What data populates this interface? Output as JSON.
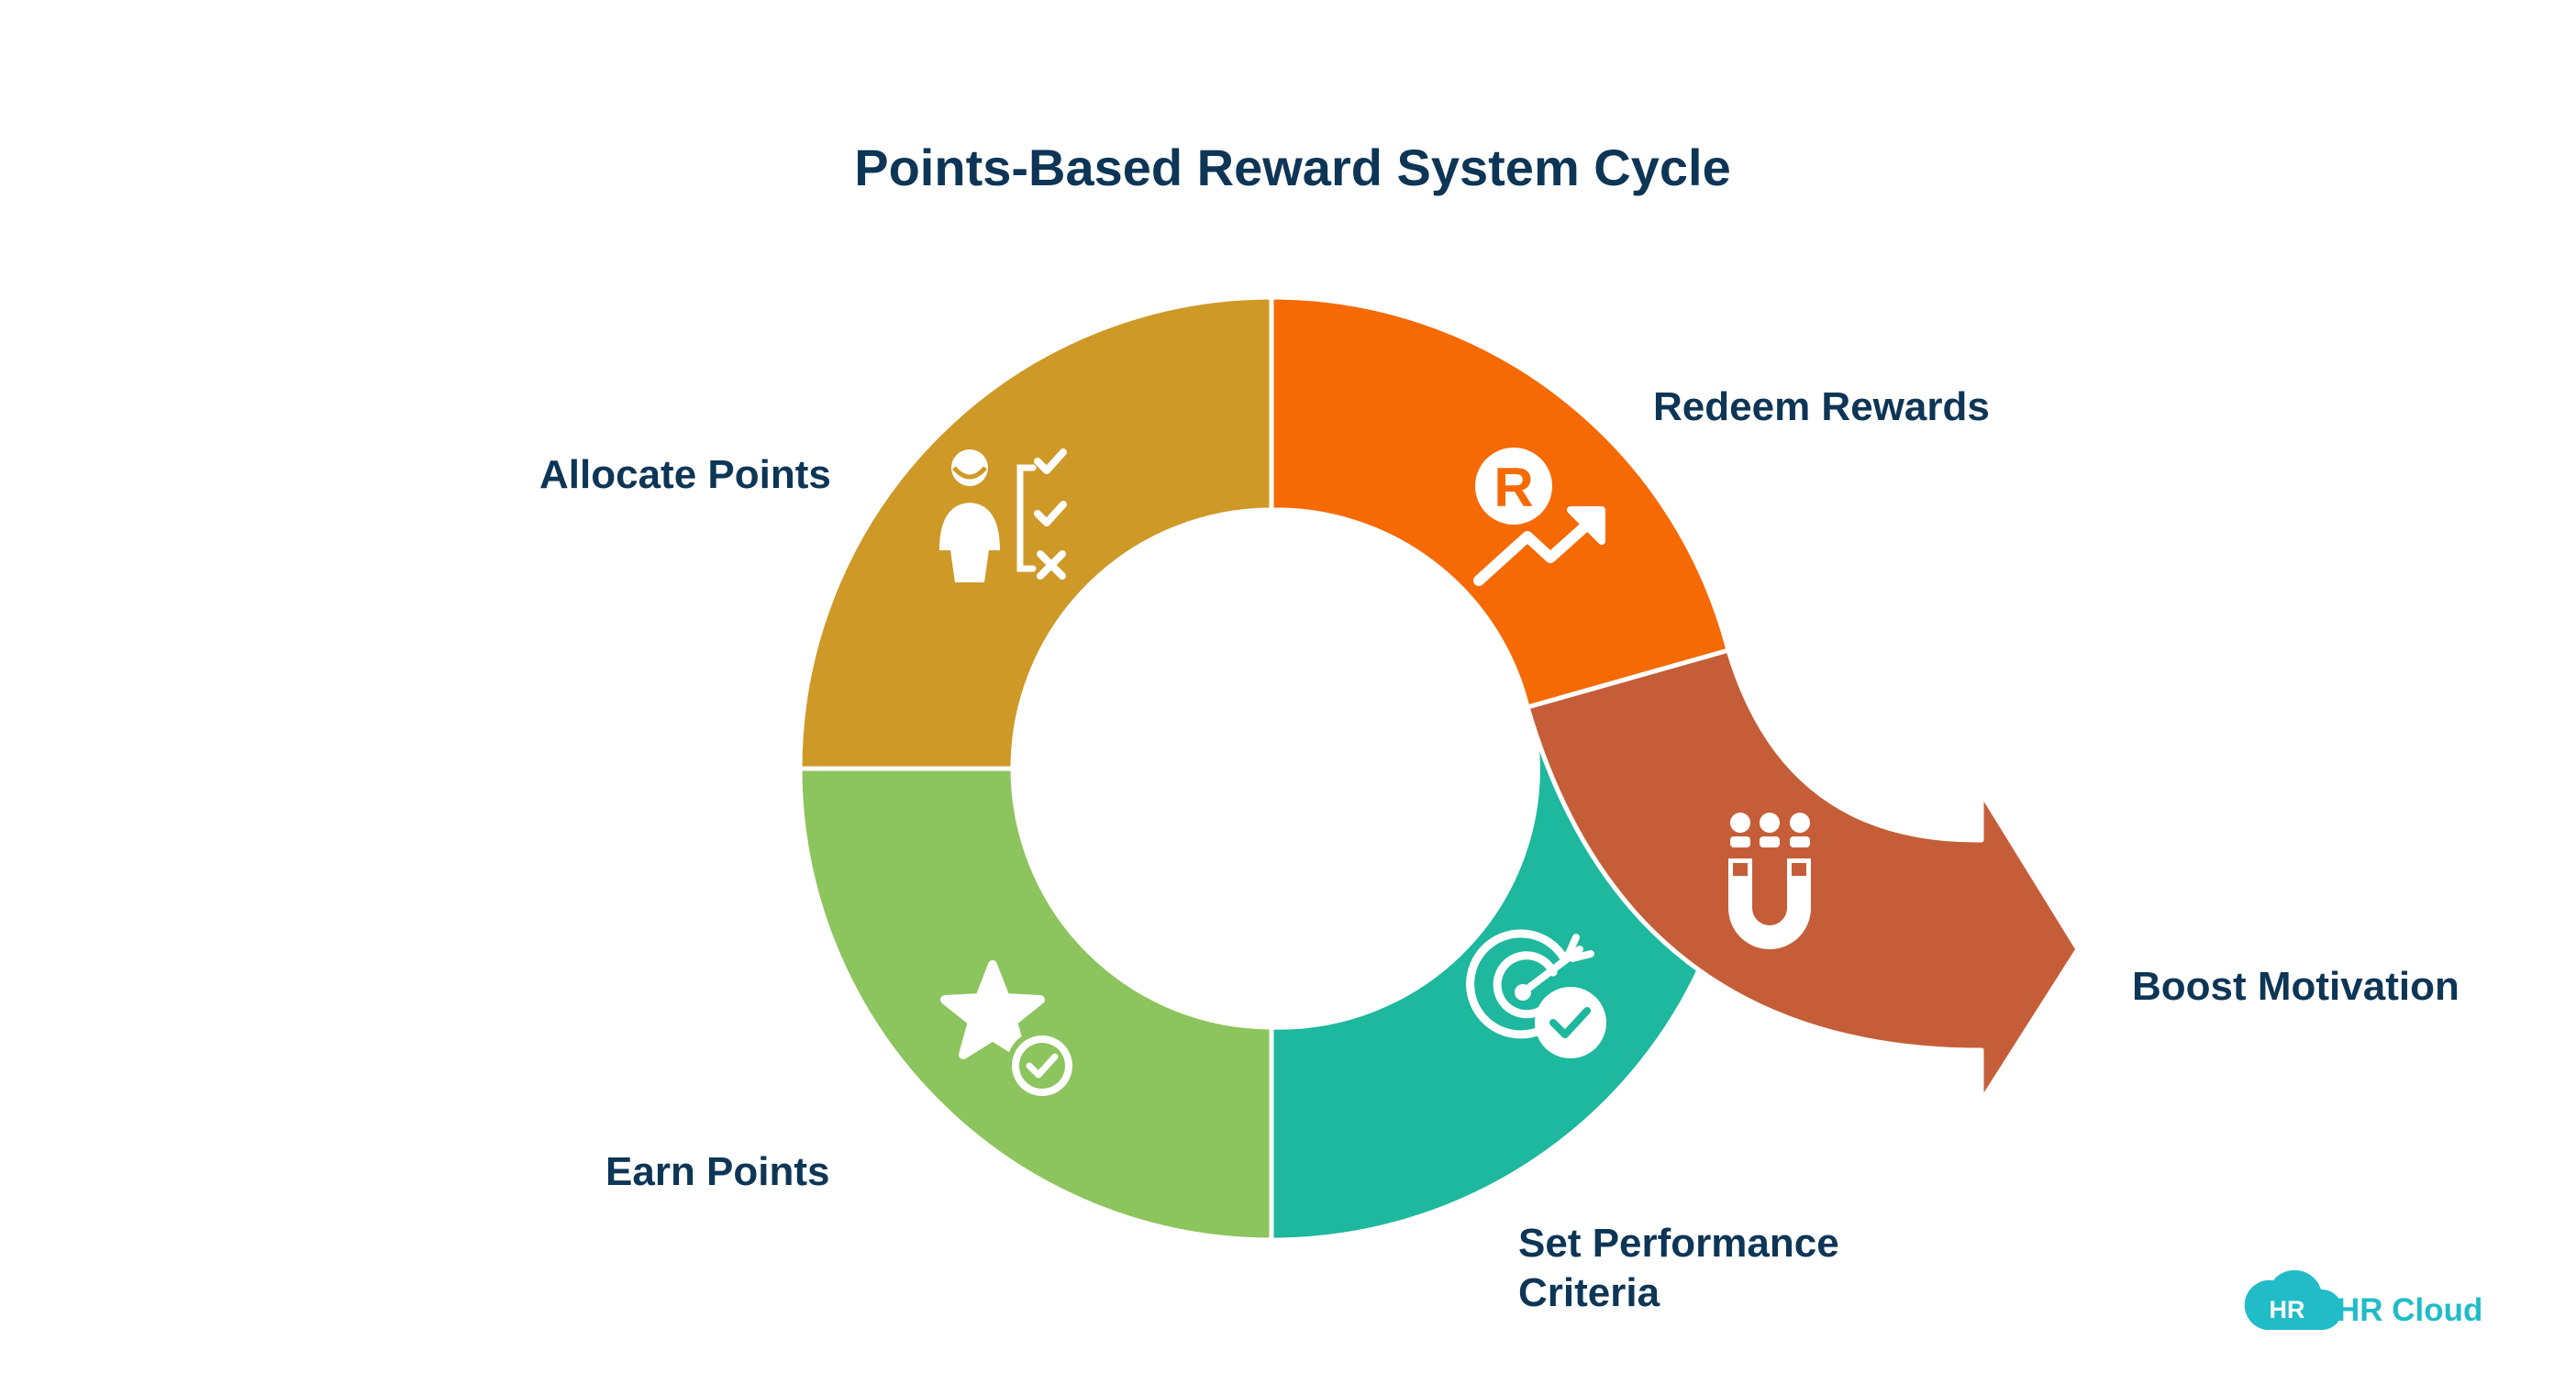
{
  "title": "Points-Based Reward System Cycle",
  "stages": [
    {
      "id": "allocate",
      "label": "Allocate Points",
      "color": "#CF9928",
      "icon": "person-checklist-icon"
    },
    {
      "id": "redeem",
      "label": "Redeem Rewards",
      "color": "#F56A05",
      "icon": "reward-coin-growth-icon"
    },
    {
      "id": "boost",
      "label": "Boost Motivation",
      "color": "#C55E38",
      "icon": "magnet-people-icon"
    },
    {
      "id": "criteria",
      "label_lines": [
        "Set Performance",
        "Criteria"
      ],
      "color": "#1DB89E",
      "icon": "target-check-icon"
    },
    {
      "id": "earn",
      "label": "Earn Points",
      "color": "#8CC45D",
      "icon": "star-check-icon"
    }
  ],
  "brand": {
    "badge": "HR",
    "name": "HR Cloud",
    "color": "#22BCC9"
  }
}
